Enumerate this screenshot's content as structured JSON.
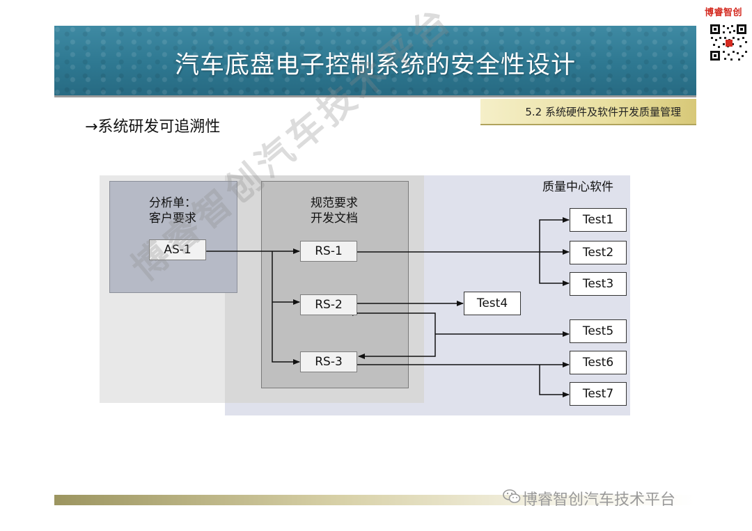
{
  "brand": {
    "logo_text": "博睿智创"
  },
  "header": {
    "title": "汽车底盘电子控制系统的安全性设计"
  },
  "section": {
    "tag": "5.2 系统硬件及软件开发质量管理"
  },
  "slide": {
    "subtitle": "→系统研发可追溯性"
  },
  "diagram": {
    "analysis": {
      "label_line1": "分析单：",
      "label_line2": "客户要求"
    },
    "spec": {
      "label_line1": "规范要求",
      "label_line2": "开发文档"
    },
    "quality": {
      "label": "质量中心软件"
    },
    "nodes": {
      "as1": "AS-1",
      "rs1": "RS-1",
      "rs2": "RS-2",
      "rs3": "RS-3",
      "test1": "Test1",
      "test2": "Test2",
      "test3": "Test3",
      "test4": "Test4",
      "test5": "Test5",
      "test6": "Test6",
      "test7": "Test7"
    }
  },
  "footer": {
    "text": "博睿智创汽车技术平台",
    "icon": "wechat-icon"
  },
  "watermark": {
    "text": "博睿智创汽车技术平台"
  },
  "colors": {
    "banner": "#2e7891",
    "brand_red": "#d42a20",
    "quality_zone": "#dfe1ec"
  }
}
